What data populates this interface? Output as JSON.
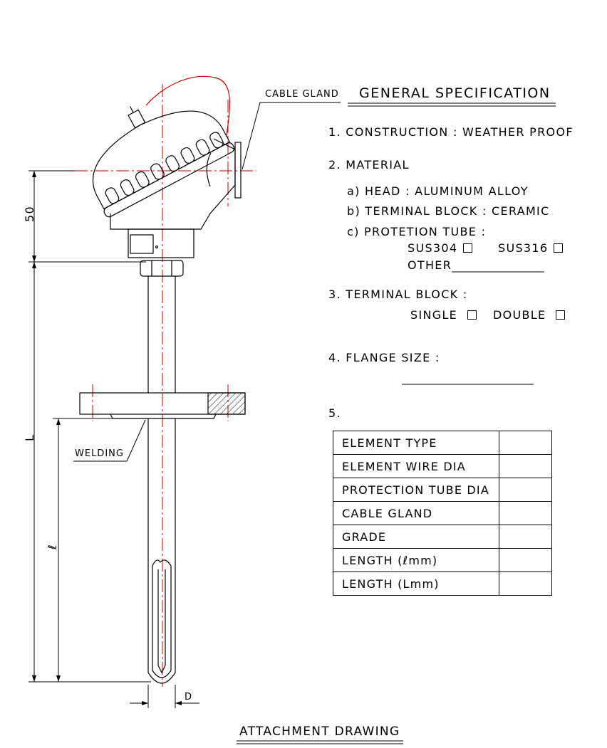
{
  "drawing": {
    "cable_gland_callout": "CABLE GLAND",
    "welding_callout": "WELDING",
    "dim_head": "50",
    "dim_L": "L",
    "dim_l": "ℓ",
    "dim_D": "D"
  },
  "spec": {
    "title": "GENERAL SPECIFICATION",
    "item1": "1. CONSTRUCTION : WEATHER PROOF",
    "item2": "2. MATERIAL",
    "item2a": "a) HEAD : ALUMINUM ALLOY",
    "item2b": "b) TERMINAL BLOCK : CERAMIC",
    "item2c": "c) PROTETION TUBE :",
    "opt_sus304": "SUS304",
    "opt_sus316": "SUS316",
    "opt_other": "OTHER",
    "item3": "3. TERMINAL BLOCK :",
    "opt_single": "SINGLE",
    "opt_double": "DOUBLE",
    "item4": "4. FLANGE SIZE :",
    "item5": "5."
  },
  "table": {
    "rows": [
      "ELEMENT TYPE",
      "ELEMENT WIRE DIA",
      "PROTECTION TUBE DIA",
      "CABLE GLAND",
      "GRADE",
      "LENGTH (ℓmm)",
      "LENGTH (Lmm)"
    ]
  },
  "footer": {
    "caption": "ATTACHMENT DRAWING"
  },
  "colors": {
    "line": "#000000",
    "centerline": "#cc0000"
  }
}
